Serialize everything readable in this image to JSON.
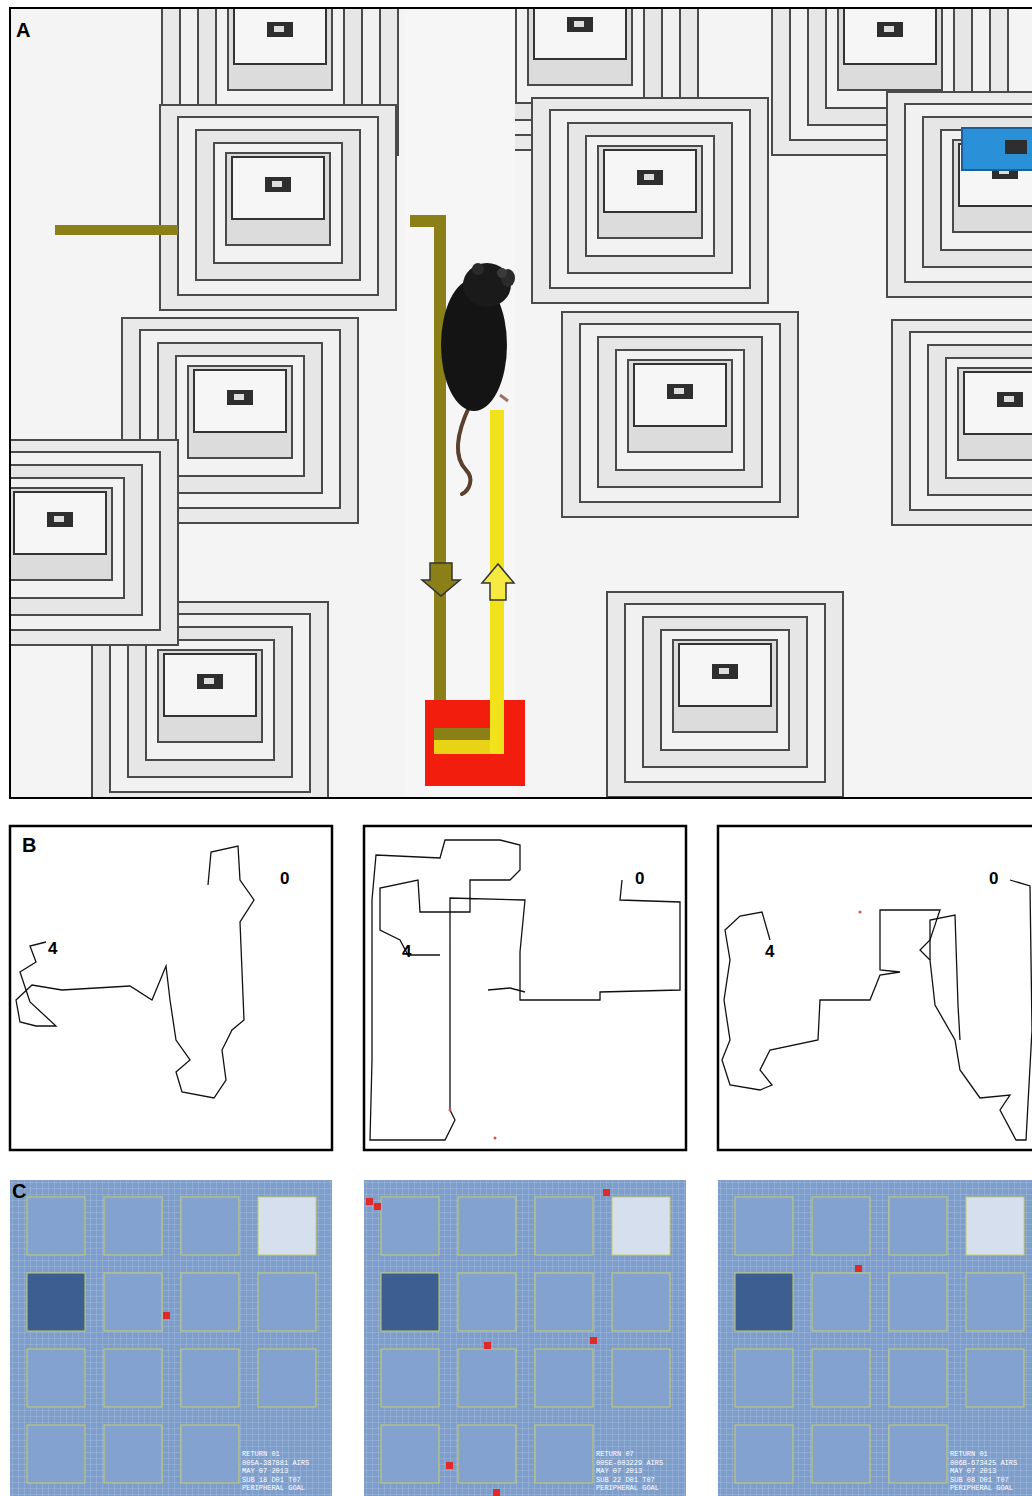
{
  "diagram": {
    "labels": [
      "A",
      "B",
      "0",
      "4",
      "0",
      "4",
      "0",
      "4",
      "C",
      "RETURN 01",
      "005A-387881 AIRS",
      "MAY 07 2013",
      "SUB 18 D01 T07",
      "PERIPHERAL GOAL",
      "RETURN 07",
      "005E-003229 AIRS",
      "MAY 07 2013",
      "SUB 22 D01 T07",
      "PERIPHERAL GOAL",
      "RETURN 01",
      "006B-673425 AIRS",
      "MAY 07 2013",
      "SUB 08 D01 T07",
      "PERIPHERAL GOAL"
    ]
  }
}
